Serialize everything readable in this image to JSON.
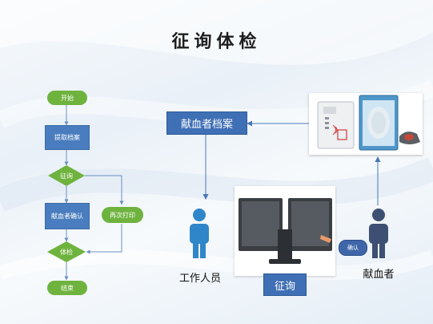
{
  "title": "征询体检",
  "flowchart": {
    "start": "开始",
    "fetch_record": "提取档案",
    "consult": "征询",
    "donor_confirm": "献血者确认",
    "reprint": "再次打印",
    "exam": "体检",
    "end": "结束"
  },
  "workflow": {
    "archive_label": "献血者档案",
    "staff_label": "工作人员",
    "consult_label": "征询",
    "donor_label": "献血者",
    "confirm_badge": "确认"
  },
  "colors": {
    "node_green": "#6fb33f",
    "node_blue": "#4a7dbf",
    "person_blue": "#2f86c9",
    "person_navy": "#3d4f72",
    "arrow": "#4a78b8"
  }
}
